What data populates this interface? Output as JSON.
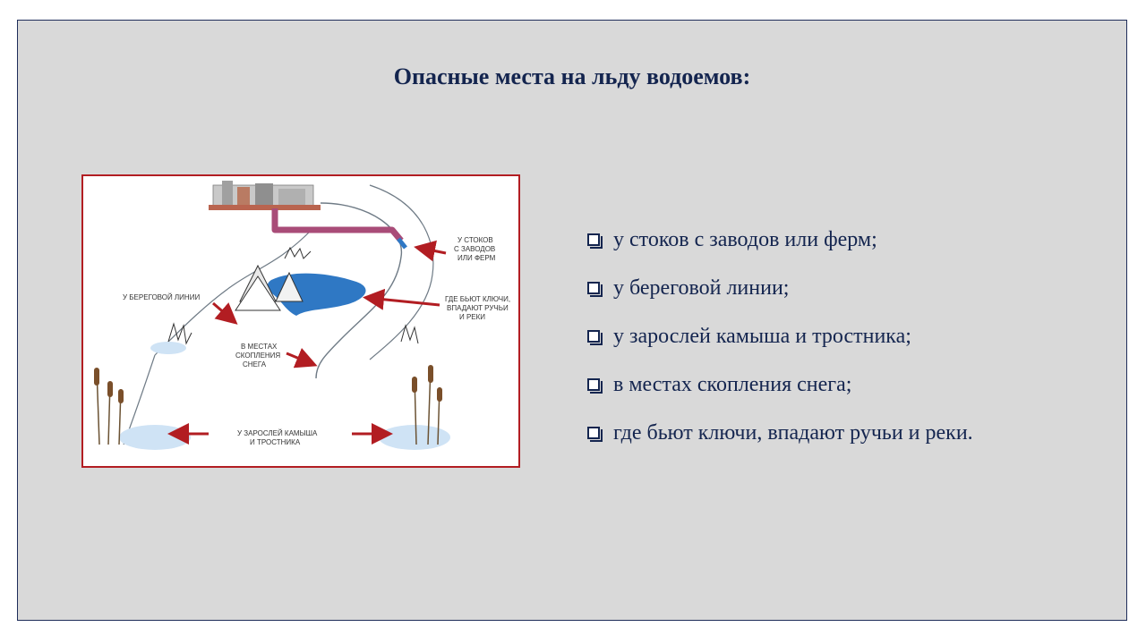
{
  "slide": {
    "title": "Опасные места на льду водоемов:",
    "bullets": [
      "у стоков с заводов или ферм;",
      "у береговой линии;",
      "у зарослей камыша и тростника;",
      "в местах скопления снега;",
      "где бьют ключи, впадают ручьи и реки."
    ]
  },
  "figure": {
    "labels": {
      "drain": [
        "у стоков",
        "с заводов",
        "или ферм"
      ],
      "shore": [
        "у береговой линии"
      ],
      "springs": [
        "где бьют ключи,",
        "впадают ручьи",
        "и реки"
      ],
      "snow": [
        "в местах",
        "скопления",
        "снега"
      ],
      "reeds": [
        "у зарослей камыша",
        "и тростника"
      ]
    }
  },
  "colors": {
    "title": "#14254f",
    "frame": "#b21d22",
    "background": "#d9d9d9",
    "water": "#2f78c4",
    "arrow": "#b21d22"
  }
}
